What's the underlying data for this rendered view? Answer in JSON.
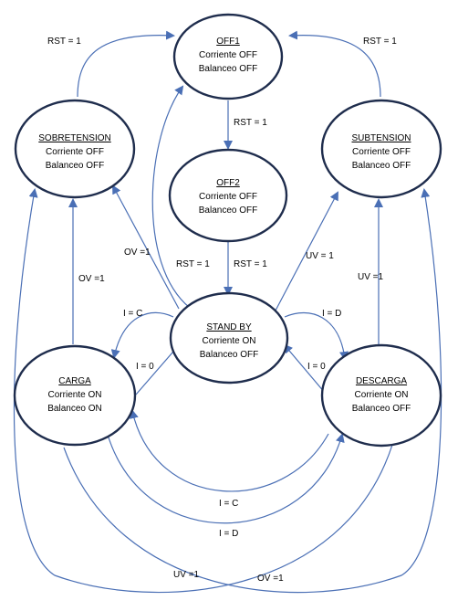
{
  "colors": {
    "node_border": "#1f2d4d",
    "edge": "#4a6fb5",
    "text": "#000000",
    "background": "#ffffff"
  },
  "nodes": {
    "off1": {
      "title": "OFF1",
      "line1": "Corriente OFF",
      "line2": "Balanceo OFF"
    },
    "off2": {
      "title": "OFF2",
      "line1": "Corriente OFF",
      "line2": "Balanceo OFF"
    },
    "sobretension": {
      "title": "SOBRETENSION",
      "line1": "Corriente OFF",
      "line2": "Balanceo OFF"
    },
    "subtension": {
      "title": "SUBTENSION",
      "line1": "Corriente OFF",
      "line2": "Balanceo OFF"
    },
    "standby": {
      "title": "STAND BY",
      "line1": "Corriente ON",
      "line2": "Balanceo OFF"
    },
    "carga": {
      "title": "CARGA",
      "line1": "Corriente ON",
      "line2": "Balanceo ON"
    },
    "descarga": {
      "title": "DESCARGA",
      "line1": "Corriente ON",
      "line2": "Balanceo OFF"
    }
  },
  "edge_labels": {
    "sobre_to_off1": "RST = 1",
    "sub_to_off1": "RST = 1",
    "off1_to_off2": "RST = 1",
    "off2_to_standby": "RST = 1",
    "standby_to_off1": "RST = 1",
    "standby_to_sobre": "OV =1",
    "standby_to_sub": "UV = 1",
    "carga_to_sobre": "OV =1",
    "descarga_to_sub": "UV =1",
    "standby_to_carga": "I = C",
    "carga_to_standby": "I = 0",
    "standby_to_descarga": "I = D",
    "descarga_to_standby": "I = 0",
    "descarga_to_carga": "I = C",
    "carga_to_descarga": "I = D",
    "carga_to_sub": "UV =1",
    "descarga_to_sobre": "OV =1"
  }
}
